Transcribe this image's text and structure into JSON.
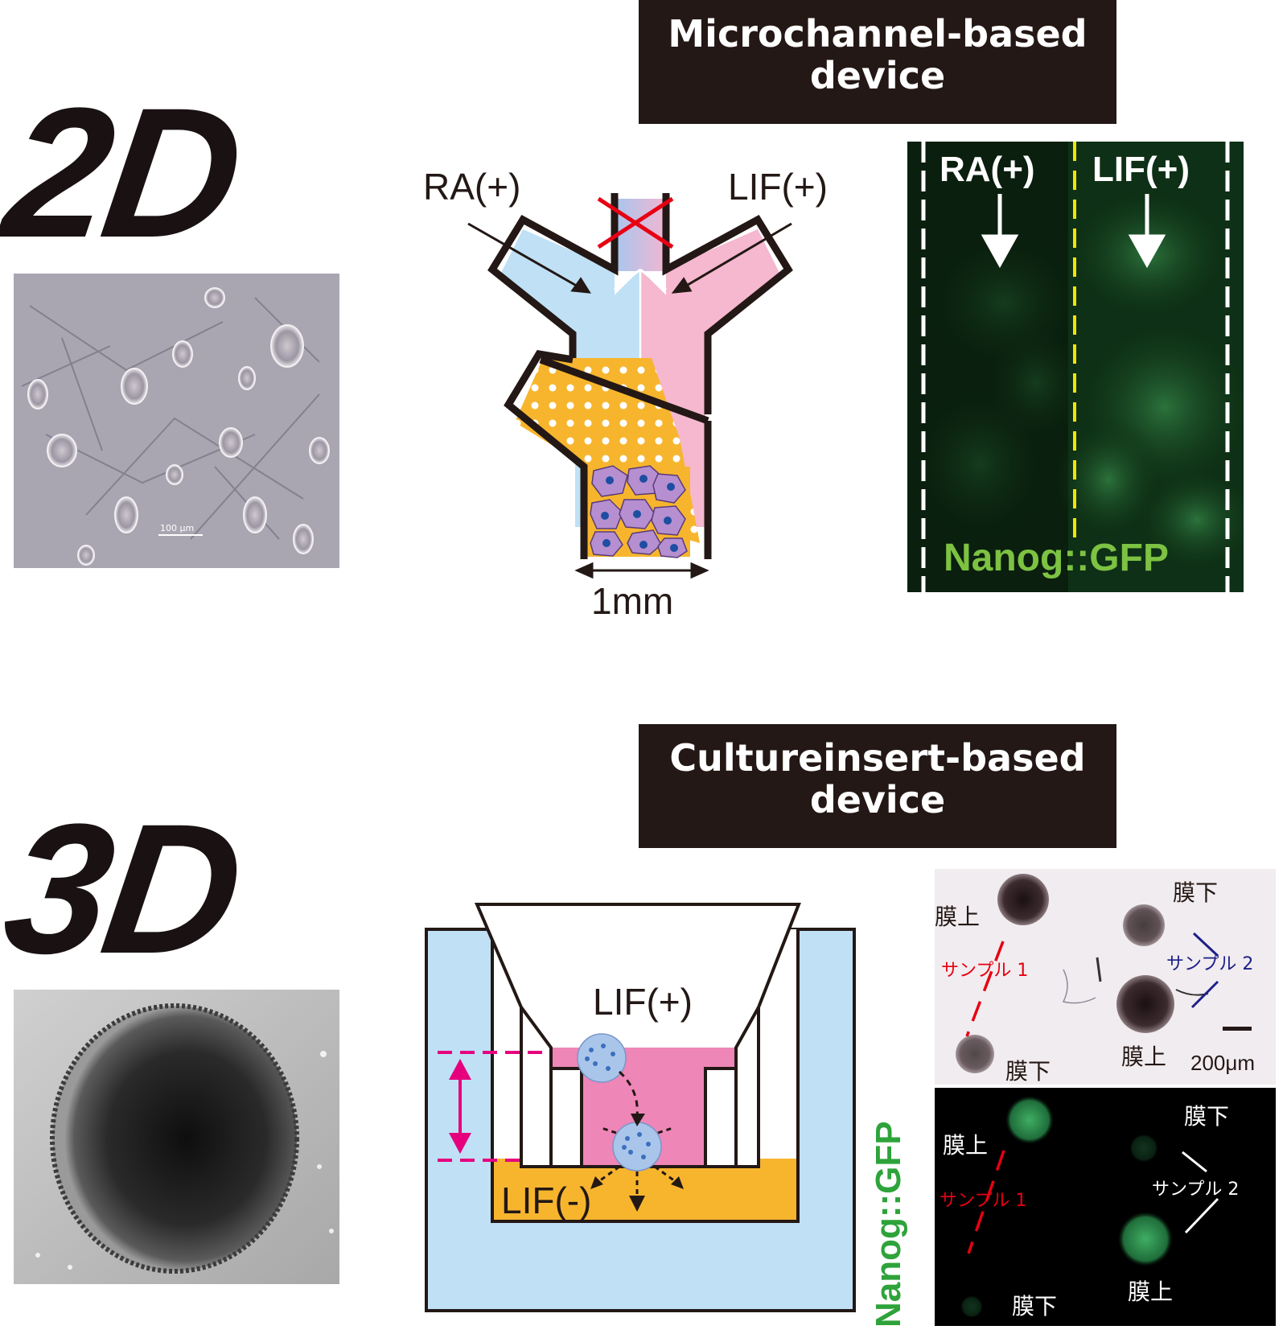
{
  "sections": [
    {
      "dimension": "2D",
      "banner": {
        "line1": "Microchannel-based",
        "line2": "device"
      },
      "photo_scale": "100 μm",
      "diagram": {
        "label_left": "RA(+)",
        "label_right": "LIF(+)",
        "scale": "1mm"
      },
      "fluorescence": {
        "label_left": "RA(+)",
        "label_right": "LIF(+)",
        "caption": "Nanog::GFP"
      }
    },
    {
      "dimension": "3D",
      "banner": {
        "line1": "Cultureinsert-based",
        "line2": "device"
      },
      "diagram": {
        "label_top": "LIF(+)",
        "label_bottom": "LIF(-)"
      },
      "brightfield": {
        "labels": [
          "膜上",
          "サンプル 1",
          "膜下",
          "膜下",
          "サンプル 2",
          "膜上"
        ],
        "scale": "200μm"
      },
      "fluorescence": {
        "labels": [
          "膜上",
          "サンプル 1",
          "膜下",
          "膜下",
          "サンプル 2",
          "膜上"
        ],
        "side_caption": "Nanog::GFP"
      }
    }
  ],
  "colors": {
    "banner_bg": "#231815",
    "ra_blue": "#bfe0f5",
    "lif_pink": "#f5b8cf",
    "yellow": "#f7b52e",
    "magenta": "#e6007e",
    "cell_purple": "#b58fd0",
    "gfp_green": "#7dc242",
    "red_mark": "#e60012"
  }
}
